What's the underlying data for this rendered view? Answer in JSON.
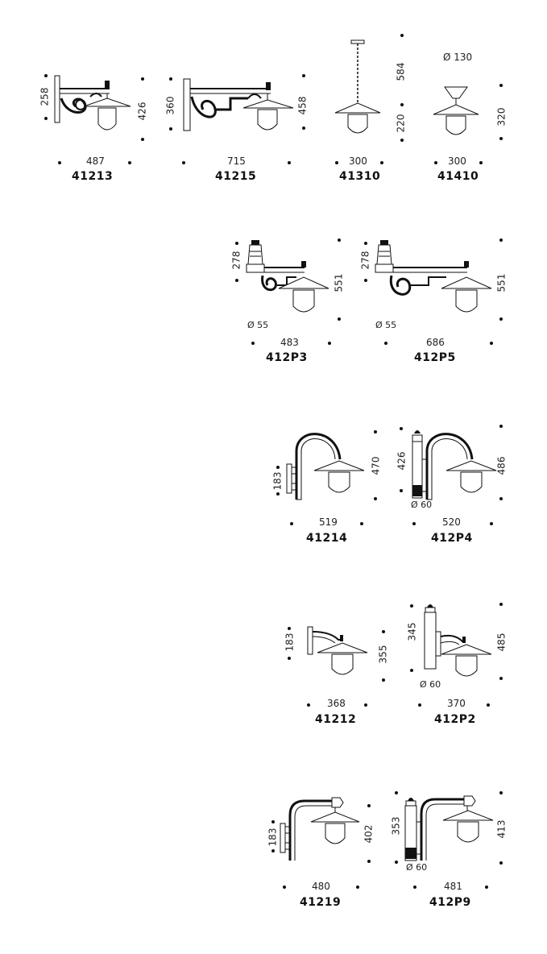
{
  "lamps": [
    {
      "code": "41213",
      "dims": {
        "width": "487",
        "height_a": "258",
        "height_b": "426"
      }
    },
    {
      "code": "41215",
      "dims": {
        "width": "715",
        "height_a": "360",
        "height_b": "458"
      }
    },
    {
      "code": "41310",
      "dims": {
        "width": "300",
        "height_a": "584",
        "height_b": "220"
      }
    },
    {
      "code": "41410",
      "dims": {
        "width": "300",
        "diameter": "Ø 130",
        "height_b": "320"
      }
    },
    {
      "code": "412P3",
      "dims": {
        "width": "483",
        "height_a": "278",
        "height_b": "551",
        "diameter": "Ø 55"
      }
    },
    {
      "code": "412P5",
      "dims": {
        "width": "686",
        "height_a": "278",
        "height_b": "551",
        "diameter": "Ø 55"
      }
    },
    {
      "code": "41214",
      "dims": {
        "width": "519",
        "height_a": "183",
        "height_b": "470"
      }
    },
    {
      "code": "412P4",
      "dims": {
        "width": "520",
        "height_a": "426",
        "height_b": "486",
        "diameter": "Ø 60"
      }
    },
    {
      "code": "41212",
      "dims": {
        "width": "368",
        "height_a": "183",
        "height_b": "355"
      }
    },
    {
      "code": "412P2",
      "dims": {
        "width": "370",
        "height_a": "345",
        "height_b": "485",
        "diameter": "Ø 60"
      }
    },
    {
      "code": "41219",
      "dims": {
        "width": "480",
        "height_a": "183",
        "height_b": "402"
      }
    },
    {
      "code": "412P9",
      "dims": {
        "width": "481",
        "height_a": "353",
        "height_b": "413",
        "diameter": "Ø 60"
      }
    }
  ]
}
